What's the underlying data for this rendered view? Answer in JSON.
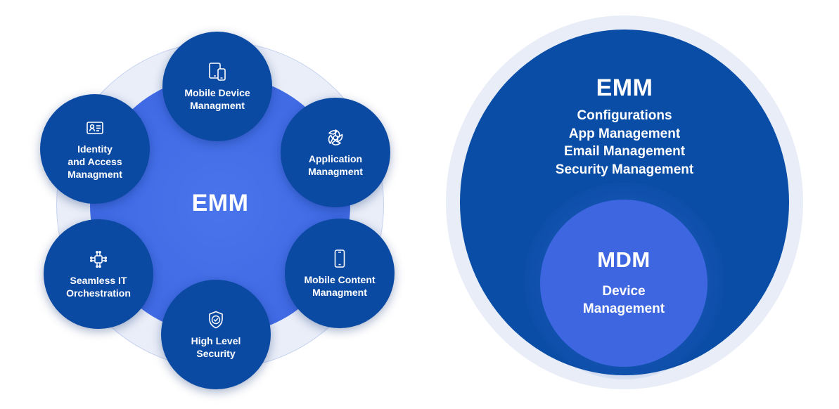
{
  "left_diagram": {
    "center_label": "EMM",
    "nodes": [
      {
        "label": "Mobile Device\nManagment",
        "icon": "tablet-phone-icon"
      },
      {
        "label": "Application\nManagment",
        "icon": "aperture-icon"
      },
      {
        "label": "Mobile Content\nManagment",
        "icon": "smartphone-icon"
      },
      {
        "label": "High Level\nSecurity",
        "icon": "shield-check-icon"
      },
      {
        "label": "Seamless IT\nOrchestration",
        "icon": "chip-icon"
      },
      {
        "label": "Identity\nand Access\nManagment",
        "icon": "id-card-icon"
      }
    ]
  },
  "right_diagram": {
    "outer_label": "EMM",
    "outer_items": [
      "Configurations",
      "App Management",
      "Email Management",
      "Security Management"
    ],
    "inner_label": "MDM",
    "inner_sub": "Device\nManagement"
  },
  "colors": {
    "node_fill": "#0b4aa3",
    "center_fill": "#416ce6",
    "ring_fill": "#e9eef8",
    "right_outer_fill": "#0a4da6",
    "right_inner_fill": "#3d66e0"
  }
}
